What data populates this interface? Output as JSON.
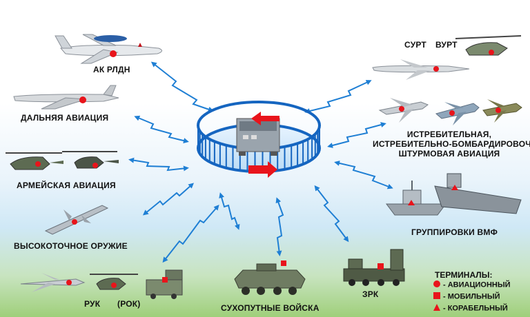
{
  "labels": {
    "ak_rldn": "АК РЛДН",
    "long_range": "ДАЛЬНЯЯ АВИАЦИЯ",
    "army_aviation": "АРМЕЙСКАЯ АВИАЦИЯ",
    "precision": "ВЫСОКОТОЧНОЕ ОРУЖИЕ",
    "ruk": "РУК",
    "rok": "(РОК)",
    "ground": "СУХОПУТНЫЕ ВОЙСКА",
    "zrk": "ЗРК",
    "navy": "ГРУППИРОВКИ ВМФ",
    "surt": "СУРТ",
    "vurt": "ВУРТ",
    "fighter_line1": "ИСТРЕБИТЕЛЬНАЯ,",
    "fighter_line2": "ИСТРЕБИТЕЛЬНО-БОМБАРДИРОВОЧНАЯ,",
    "fighter_line3": "ШТУРМОВАЯ АВИАЦИЯ"
  },
  "legend": {
    "title": "ТЕРМИНАЛЫ:",
    "items": [
      {
        "marker": "circle",
        "text": "- АВИАЦИОННЫЙ"
      },
      {
        "marker": "square",
        "text": "- МОБИЛЬНЫЙ"
      },
      {
        "marker": "triangle",
        "text": "- КОРАБЕЛЬНЫЙ"
      }
    ]
  },
  "colors": {
    "link_arrow": "#1f7fd4",
    "terminal_red": "#e8141b",
    "ring": "#1565c0",
    "hub_device": "#9aa4ad"
  },
  "icons": {
    "hub": "ring-hub-icon",
    "lightning": "lightning-arrow-icon"
  }
}
